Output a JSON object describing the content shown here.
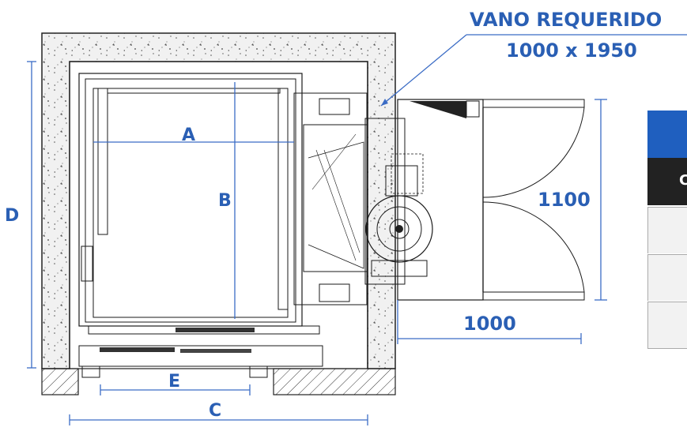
{
  "header": {
    "title": "VANO REQUERIDO",
    "subtitle": "1000 x 1950"
  },
  "dimensions": {
    "a": "A",
    "b": "B",
    "c": "C",
    "d": "D",
    "e": "E",
    "door_height": "1100",
    "door_width": "1000"
  },
  "table": {
    "col_initial": "C"
  },
  "colors": {
    "accent_blue": "#2a5fb4",
    "dimension_line": "#3b6cc5",
    "table_header": "#1f5fbf",
    "table_dark": "#222222",
    "table_light": "#f2f2f2"
  }
}
